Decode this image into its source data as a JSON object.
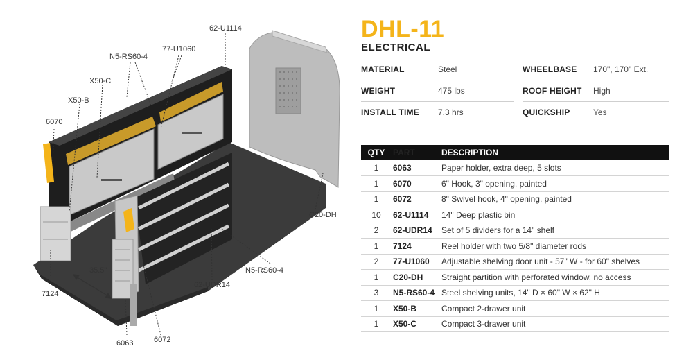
{
  "title": "DHL-11",
  "subtitle": "ELECTRICAL",
  "specs_left": [
    {
      "label": "MATERIAL",
      "value": "Steel"
    },
    {
      "label": "WEIGHT",
      "value": "475 lbs"
    },
    {
      "label": "INSTALL TIME",
      "value": "7.3 hrs"
    }
  ],
  "specs_right": [
    {
      "label": "WHEELBASE",
      "value": "170\", 170\" Ext."
    },
    {
      "label": "ROOF HEIGHT",
      "value": "High"
    },
    {
      "label": "QUICKSHIP",
      "value": "Yes"
    }
  ],
  "table": {
    "headers": {
      "qty": "QTY",
      "part": "PART",
      "description": "DESCRIPTION"
    },
    "rows": [
      {
        "qty": "1",
        "part": "6063",
        "description": "Paper holder, extra deep, 5 slots"
      },
      {
        "qty": "1",
        "part": "6070",
        "description": "6\" Hook, 3\" opening, painted"
      },
      {
        "qty": "1",
        "part": "6072",
        "description": "8\" Swivel hook, 4\" opening, painted"
      },
      {
        "qty": "10",
        "part": "62-U1114",
        "description": "14\" Deep plastic bin"
      },
      {
        "qty": "2",
        "part": "62-UDR14",
        "description": "Set of 5 dividers for a 14\" shelf"
      },
      {
        "qty": "1",
        "part": "7124",
        "description": "Reel holder with two 5/8\" diameter rods"
      },
      {
        "qty": "2",
        "part": "77-U1060",
        "description": "Adjustable shelving door unit - 57\" W - for 60\" shelves"
      },
      {
        "qty": "1",
        "part": "C20-DH",
        "description": "Straight partition with perforated window, no access"
      },
      {
        "qty": "3",
        "part": "N5-RS60-4",
        "description": "Steel shelving units, 14\" D × 60\" W × 62\" H"
      },
      {
        "qty": "1",
        "part": "X50-B",
        "description": "Compact 2-drawer unit"
      },
      {
        "qty": "1",
        "part": "X50-C",
        "description": "Compact 3-drawer unit"
      }
    ]
  },
  "callouts": {
    "c_62u1114": "62-U1114",
    "c_77u1060": "77-U1060",
    "c_n5_top": "N5-RS60-4",
    "c_x50c": "X50-C",
    "c_x50b": "X50-B",
    "c_6070": "6070",
    "c_c20dh": "C20-DH",
    "c_n5_bottom": "N5-RS60-4",
    "c_62udr14": "62-UDR14",
    "c_dim": "35.5\"",
    "c_7124": "7124",
    "c_6063": "6063",
    "c_6072": "6072"
  },
  "colors": {
    "accent": "#f4b41a",
    "header_bg": "#111111",
    "floor": "#3a3a3a",
    "partition": "#bdbdbd"
  }
}
